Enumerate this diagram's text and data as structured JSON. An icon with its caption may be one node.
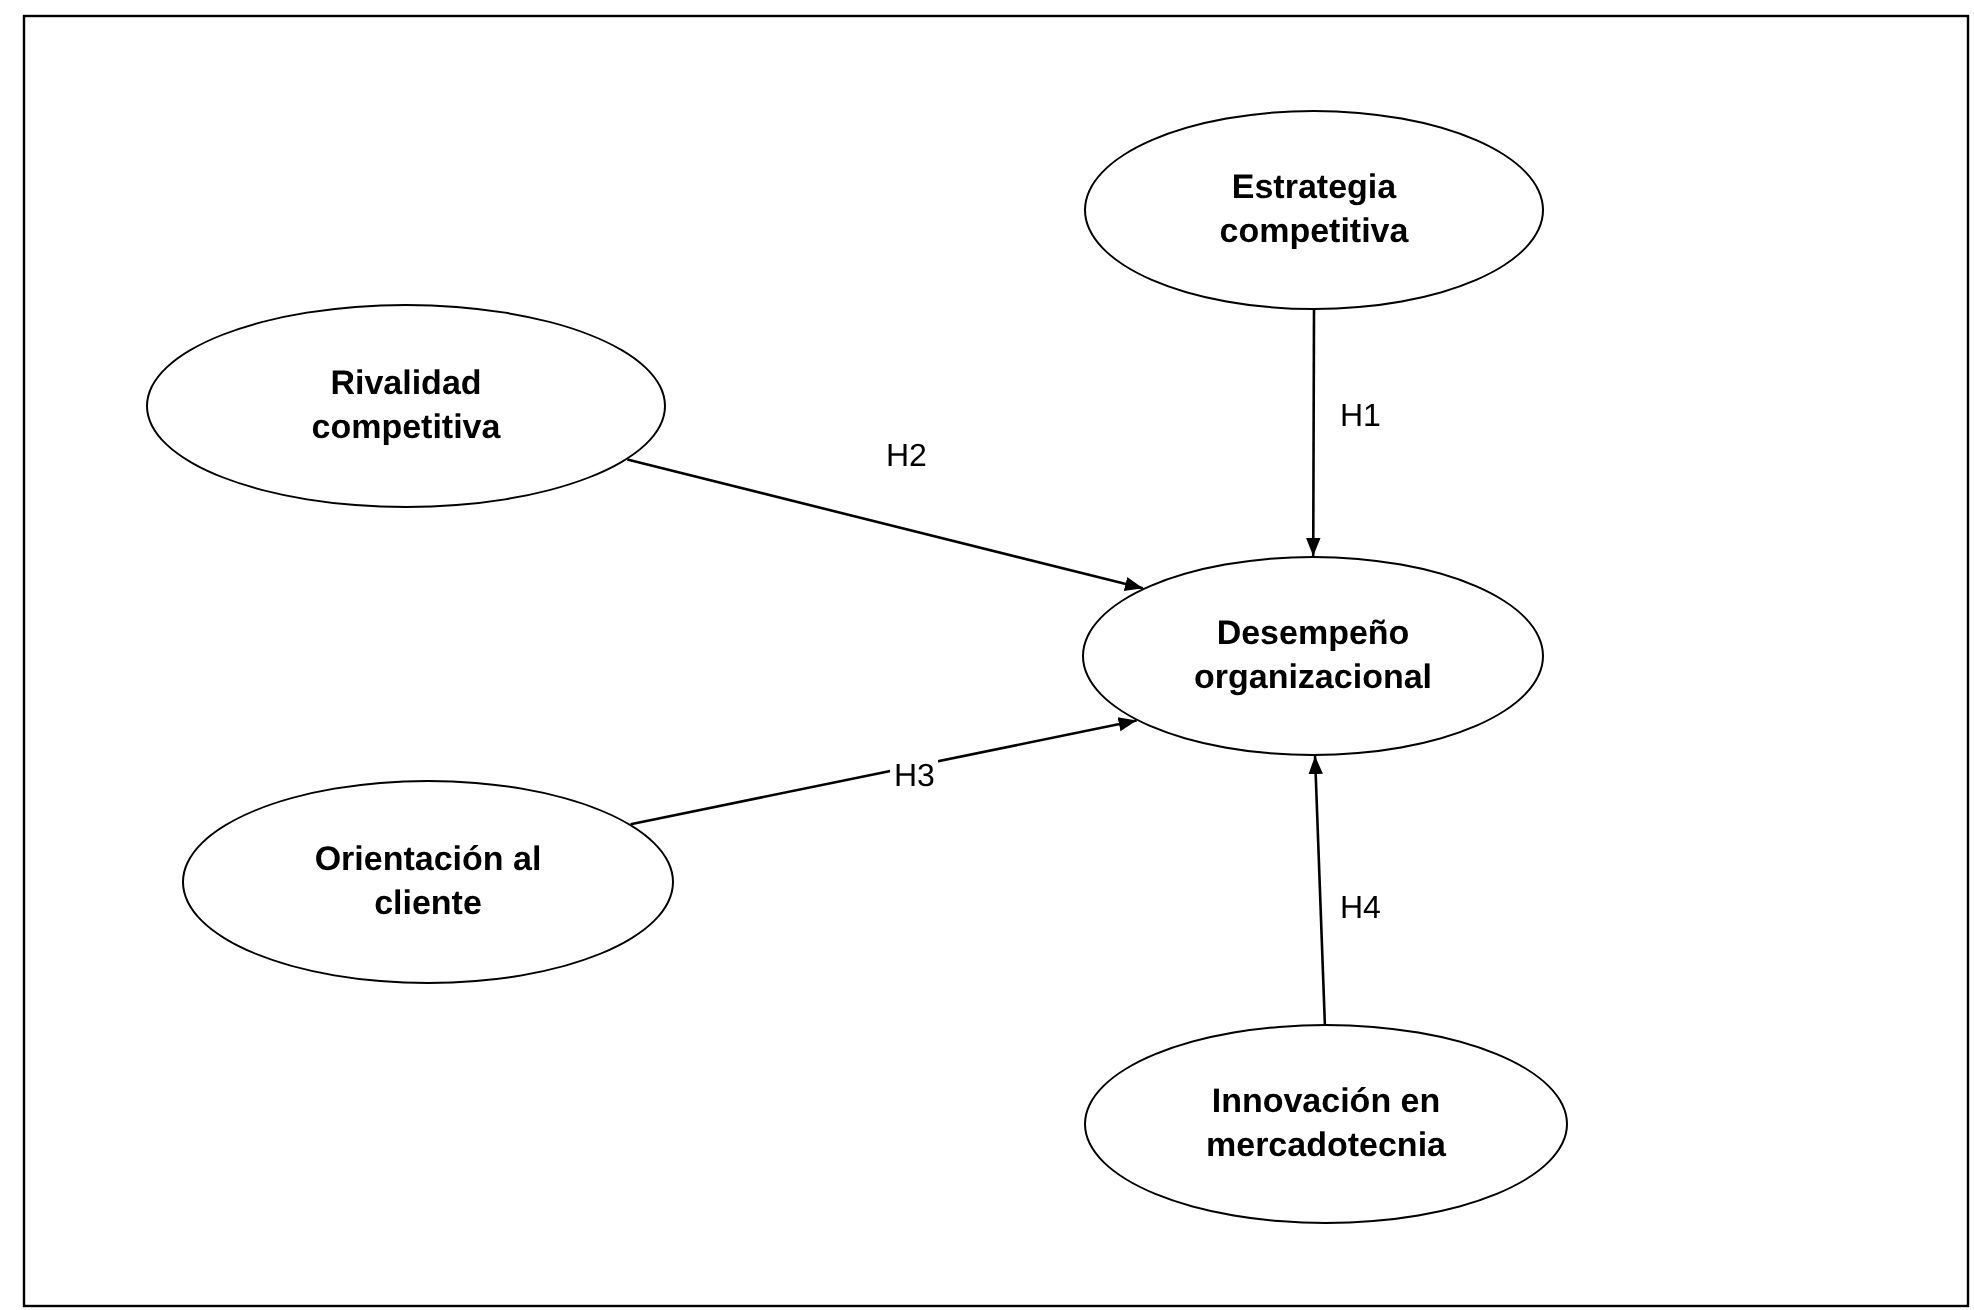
{
  "diagram": {
    "nodes": [
      {
        "text": [
          "Estrategia competitiva"
        ]
      },
      {
        "text": [
          "Rivalidad competitiva"
        ]
      },
      {
        "text": [
          "Desempeño organizacional"
        ]
      },
      {
        "text": [
          "Orientación al cliente"
        ]
      },
      {
        "text": [
          "Innovación en mercadotecnia"
        ]
      }
    ],
    "edges": [
      {
        "from": 0,
        "to": 2,
        "arrow": "to",
        "label": "H1"
      },
      {
        "from": 1,
        "to": 2,
        "arrow": "to",
        "label": "H2"
      },
      {
        "from": 3,
        "to": 2,
        "arrow": "to",
        "label": "H3"
      },
      {
        "from": 4,
        "to": 2,
        "arrow": "to",
        "label": "H4"
      }
    ]
  }
}
